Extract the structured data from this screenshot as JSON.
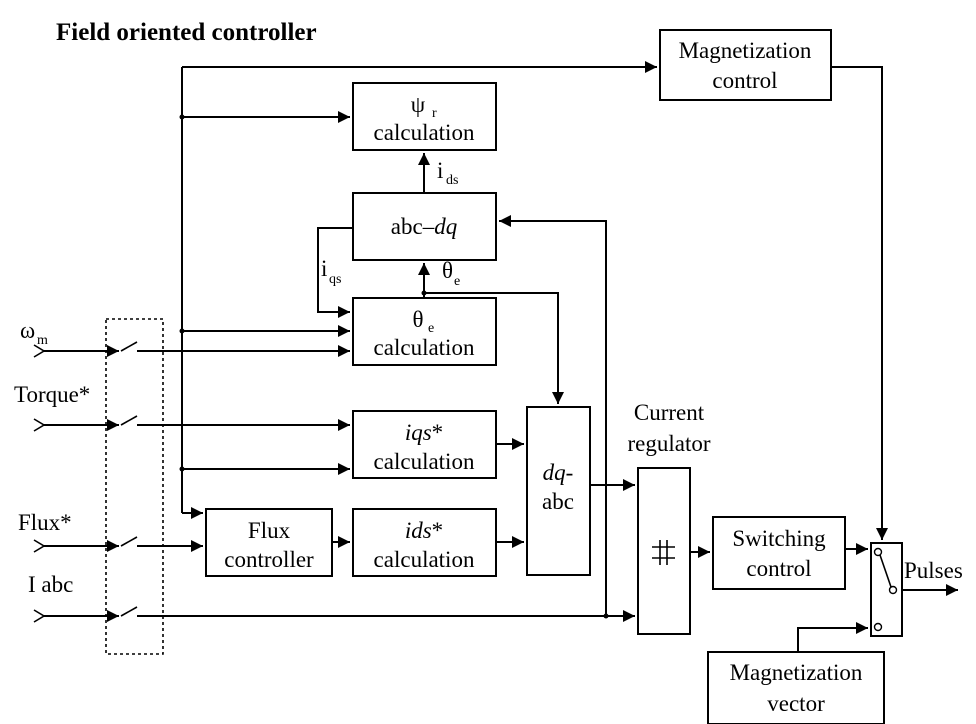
{
  "title": "Field oriented controller",
  "inputs": {
    "omega": "ω",
    "omega_sub": "m",
    "torque": "Torque*",
    "flux": "Flux*",
    "iabc": "I abc"
  },
  "blocks": {
    "magnetization_control": [
      "Magnetization",
      "control"
    ],
    "psi_calc": {
      "symbol": "ψ",
      "sub": "r",
      "line2": "calculation"
    },
    "abc_dq": {
      "prefix": "abc–",
      "italic": "dq"
    },
    "theta_calc": {
      "symbol": "θ",
      "sub": "e",
      "line2": "calculation"
    },
    "iqs_calc": {
      "italic": "iqs",
      "star": "*",
      "line2": "calculation"
    },
    "ids_calc": {
      "italic": "ids",
      "star": "*",
      "line2": "calculation"
    },
    "flux_controller": [
      "Flux",
      "controller"
    ],
    "dq_abc": {
      "italic": "dq",
      "suffix": "-",
      "line2": "abc"
    },
    "switching_control": [
      "Switching",
      "control"
    ],
    "magnetization_vector": [
      "Magnetization",
      "vector"
    ]
  },
  "labels": {
    "ids": "i",
    "ids_sub": "ds",
    "iqs": "i",
    "iqs_sub": "qs",
    "theta_e": "θ",
    "theta_e_sub": "e",
    "current_regulator": [
      "Current",
      "regulator"
    ],
    "pulses": "Pulses"
  }
}
